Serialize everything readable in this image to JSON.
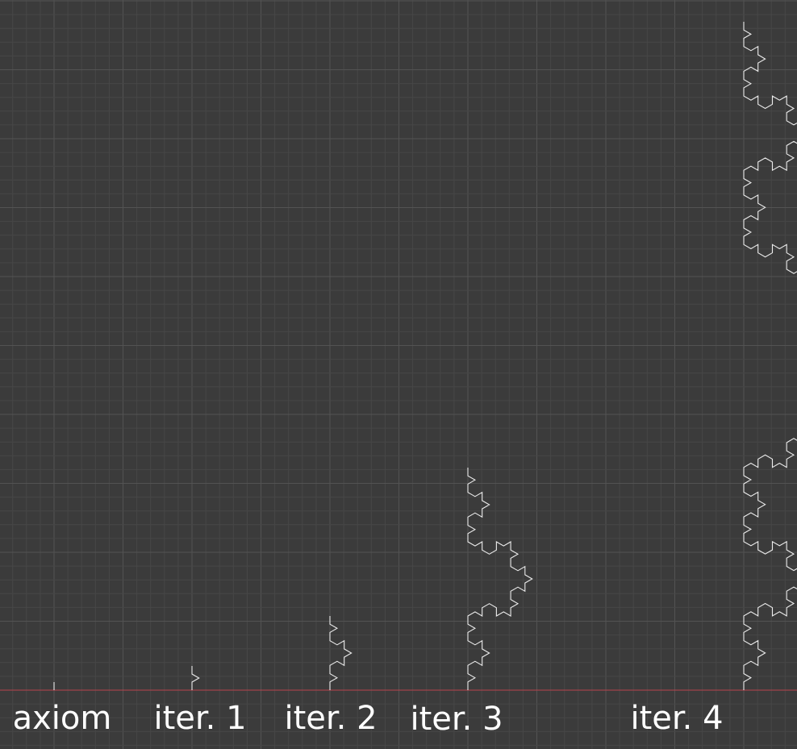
{
  "figure": {
    "background_color": "#3b3b3b",
    "grid_visible": true,
    "ground_line_color": "#b8434d",
    "curve_color": "#ececec",
    "curve_description": "Koch-style fractal L-system curve drawn vertically (upward), one curve per iteration, turn angle 60 degrees",
    "generations": [
      {
        "id": "axiom",
        "label": "axiom",
        "iteration": 0
      },
      {
        "id": "iter1",
        "label": "iter. 1",
        "iteration": 1
      },
      {
        "id": "iter2",
        "label": "iter. 2",
        "iteration": 2
      },
      {
        "id": "iter3",
        "label": "iter. 3",
        "iteration": 3
      },
      {
        "id": "iter4",
        "label": "iter. 4",
        "iteration": 4
      }
    ]
  }
}
